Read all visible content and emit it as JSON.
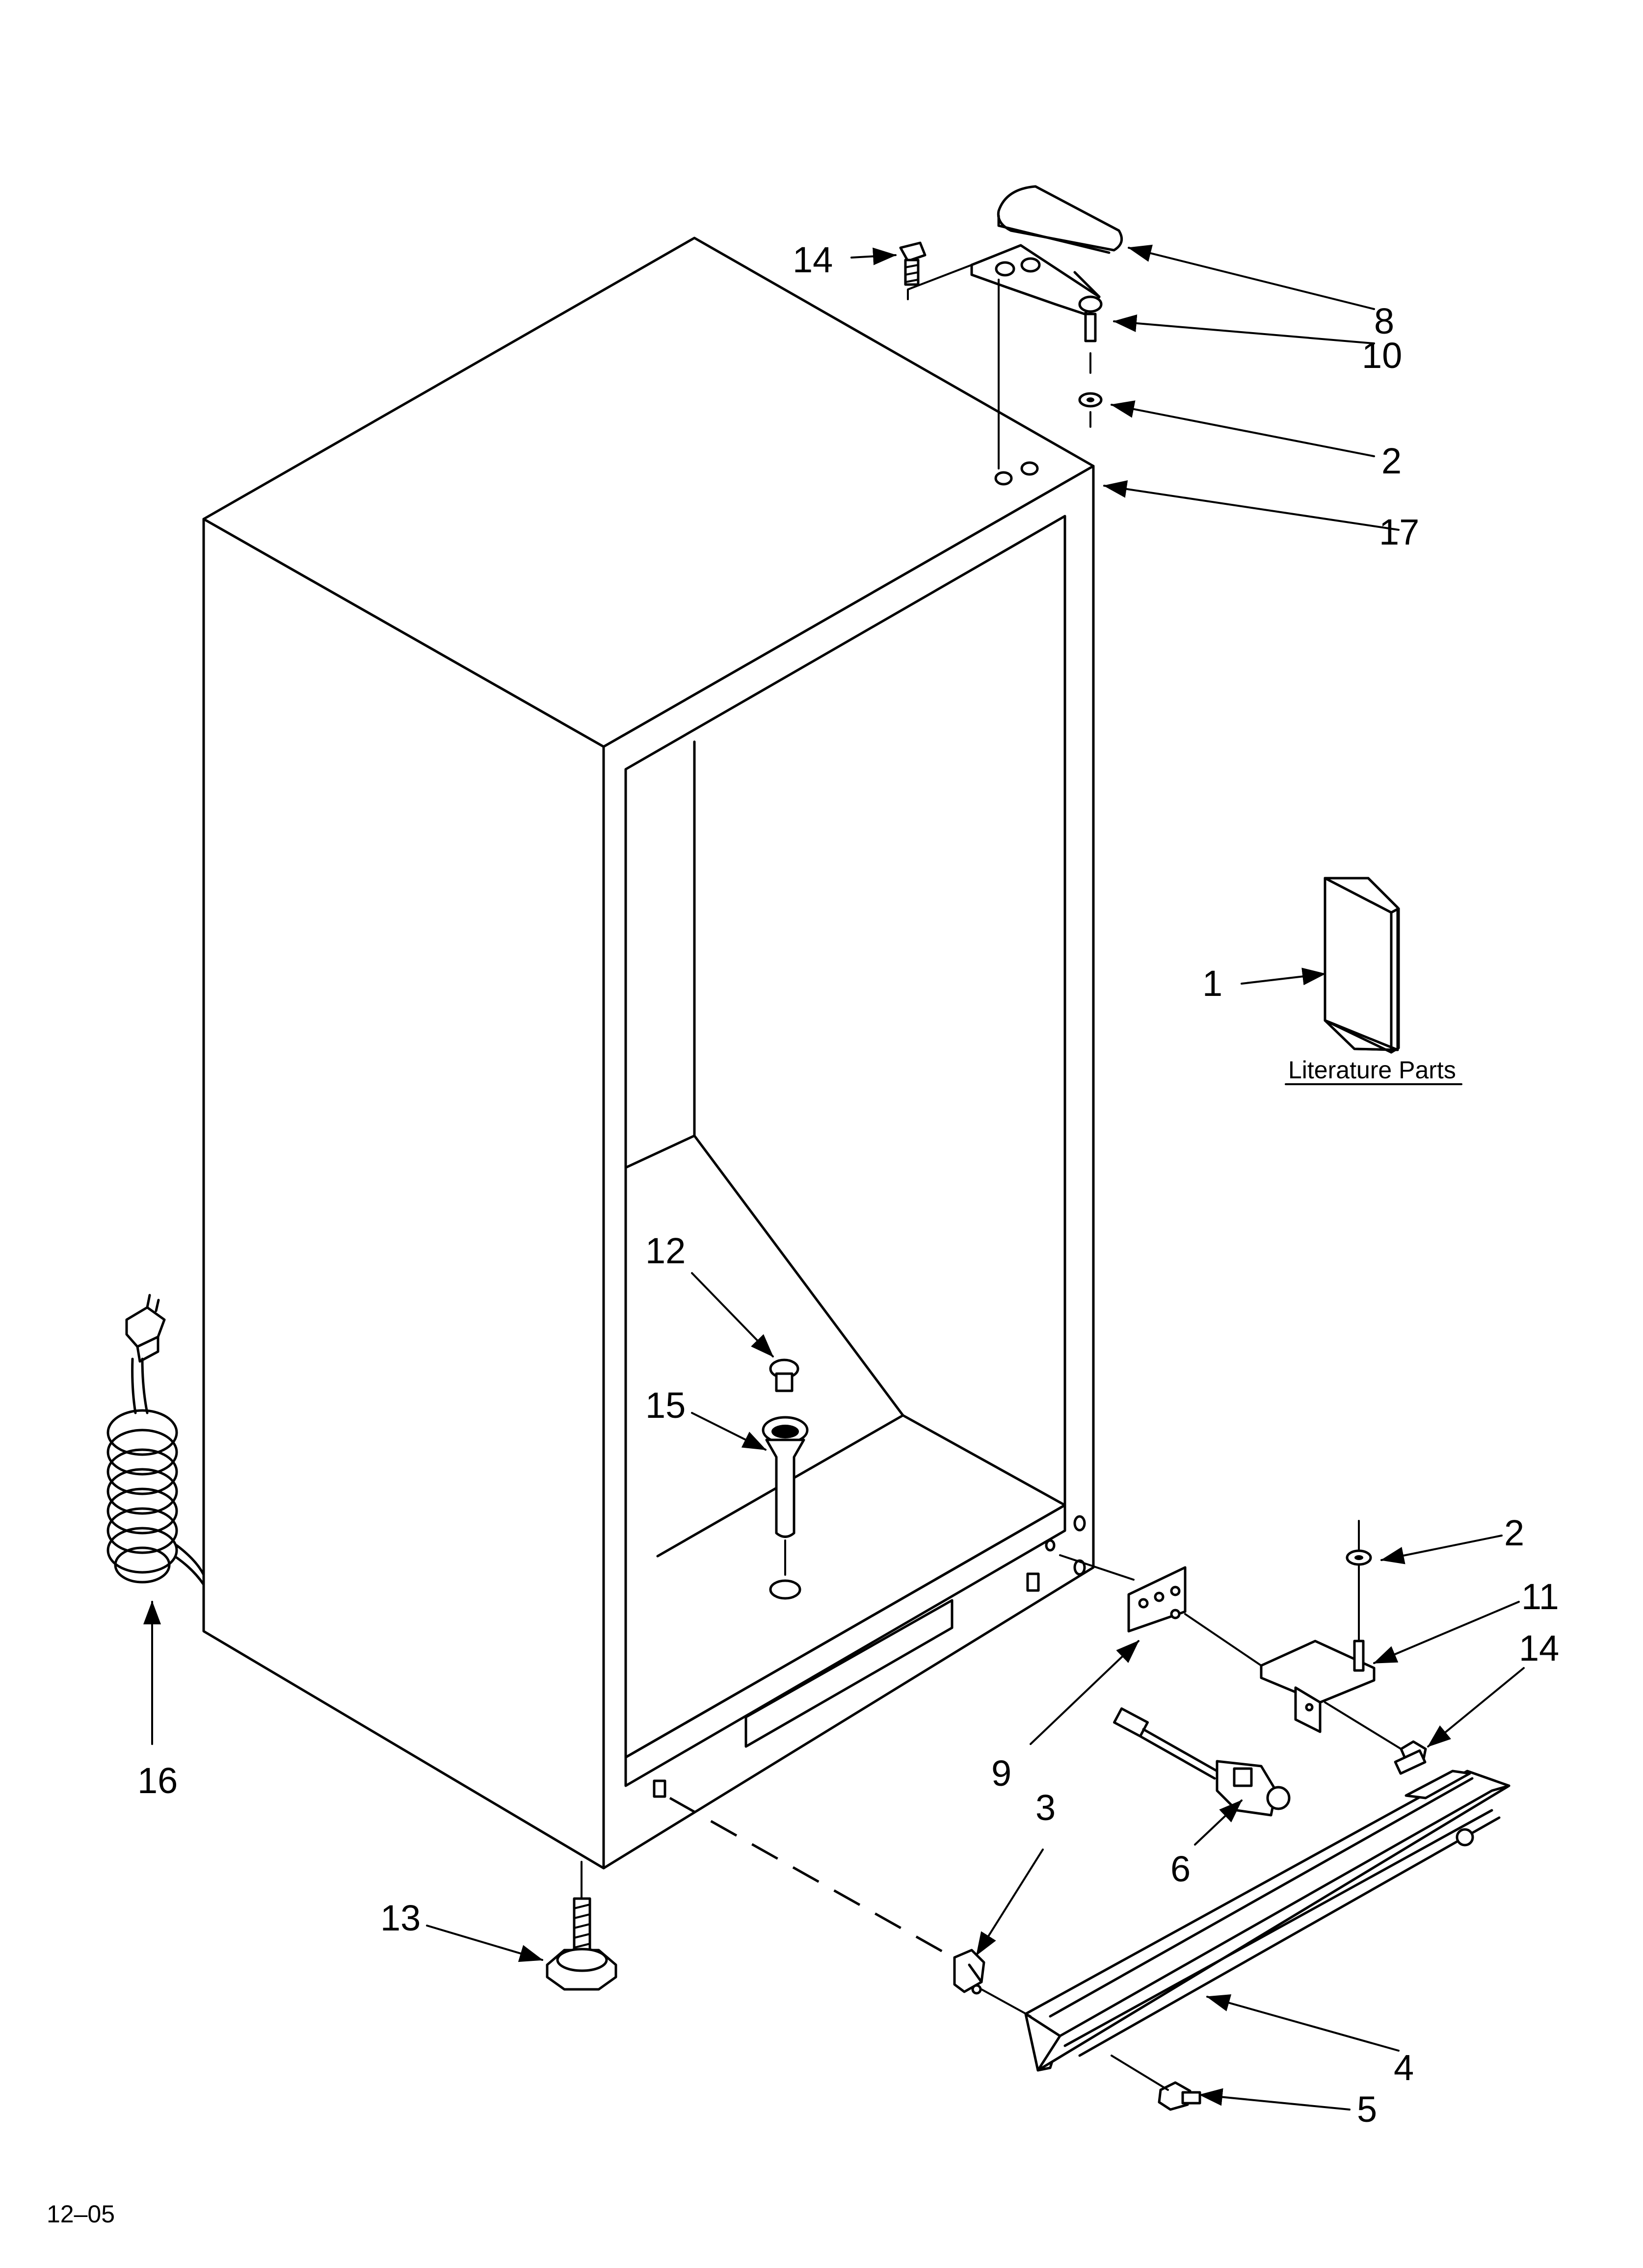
{
  "callouts": {
    "c1": "1",
    "c2a": "2",
    "c2b": "2",
    "c3": "3",
    "c4": "4",
    "c5": "5",
    "c6": "6",
    "c8": "8",
    "c9": "9",
    "c10": "10",
    "c11": "11",
    "c12": "12",
    "c13": "13",
    "c14a": "14",
    "c14b": "14",
    "c15": "15",
    "c16": "16",
    "c17": "17"
  },
  "literature_label": "Literature Parts",
  "footer_code": "12–05"
}
